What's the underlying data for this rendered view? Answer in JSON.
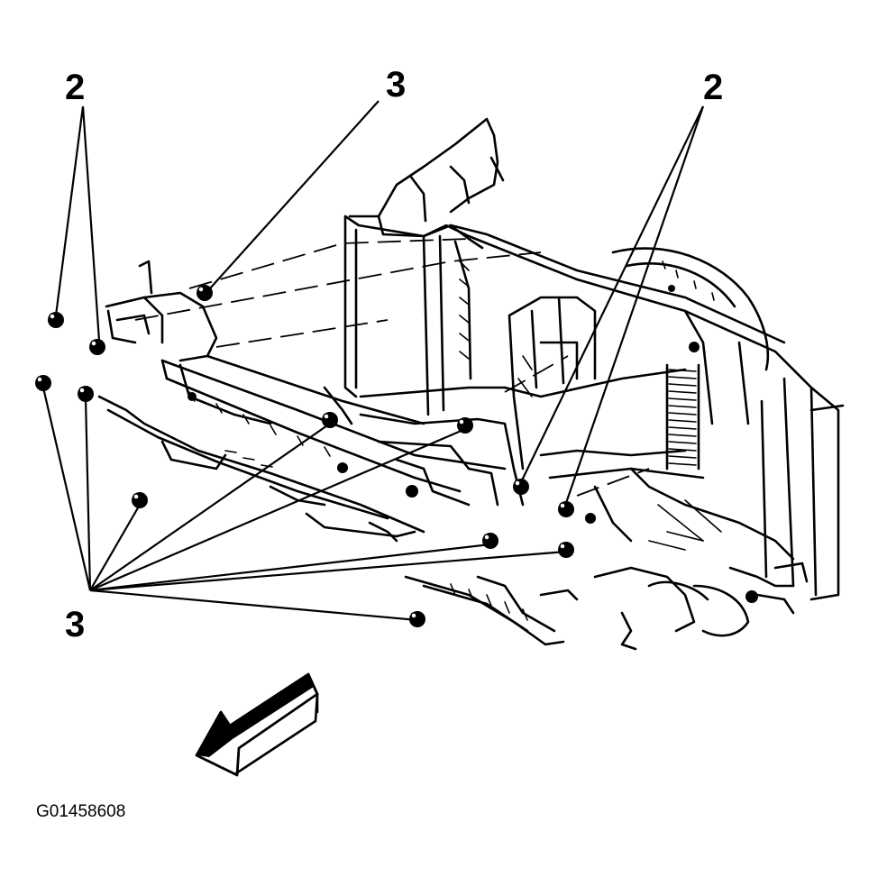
{
  "callouts": [
    {
      "id": "c1",
      "label": "2"
    },
    {
      "id": "c2",
      "label": "3"
    },
    {
      "id": "c3",
      "label": "2"
    },
    {
      "id": "c4",
      "label": "3"
    }
  ],
  "figure_id": "G01458608",
  "colors": {
    "ink": "#000000",
    "paper": "#ffffff"
  },
  "icons": {
    "direction_arrow": "front-arrow-icon"
  }
}
